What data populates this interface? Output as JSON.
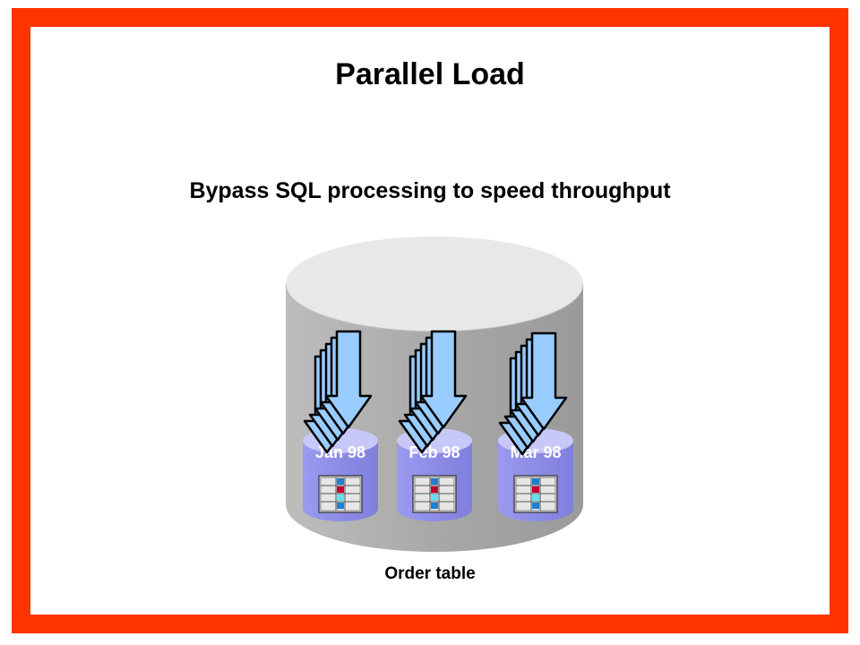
{
  "title": "Parallel Load",
  "subtitle": "Bypass SQL processing to speed throughput",
  "caption": "Order table",
  "partitions": [
    {
      "label": "Jan 98"
    },
    {
      "label": "Feb 98"
    },
    {
      "label": "Mar 98"
    }
  ],
  "colors": {
    "frame": "#ff3300",
    "cylinder_side": "#a6a6a6",
    "cylinder_top": "#e8e8e8",
    "partition": "#8c8ce6",
    "arrow_fill": "#99ccff"
  }
}
